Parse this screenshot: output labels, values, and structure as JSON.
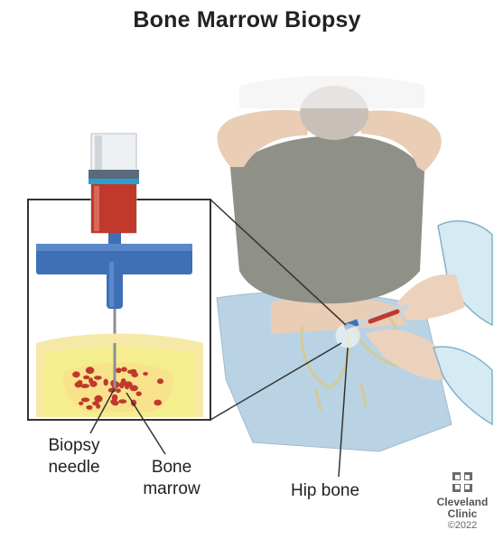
{
  "title": "Bone Marrow Biopsy",
  "labels": {
    "biopsy_needle": "Biopsy\nneedle",
    "bone_marrow": "Bone\nmarrow",
    "hip_bone": "Hip bone"
  },
  "logo": {
    "name": "Cleveland\nClinic",
    "icon": "cleveland-clinic-cross-icon"
  },
  "copyright": "©2022",
  "colors": {
    "syringe_fluid": "#c0392b",
    "needle_handle": "#3f6fb5",
    "shirt": "#8f9088",
    "skin": "#e9cdb5",
    "gown": "#b9d3e4",
    "bone": "#f3e5a6",
    "marrow_dots": "#c0392b"
  }
}
